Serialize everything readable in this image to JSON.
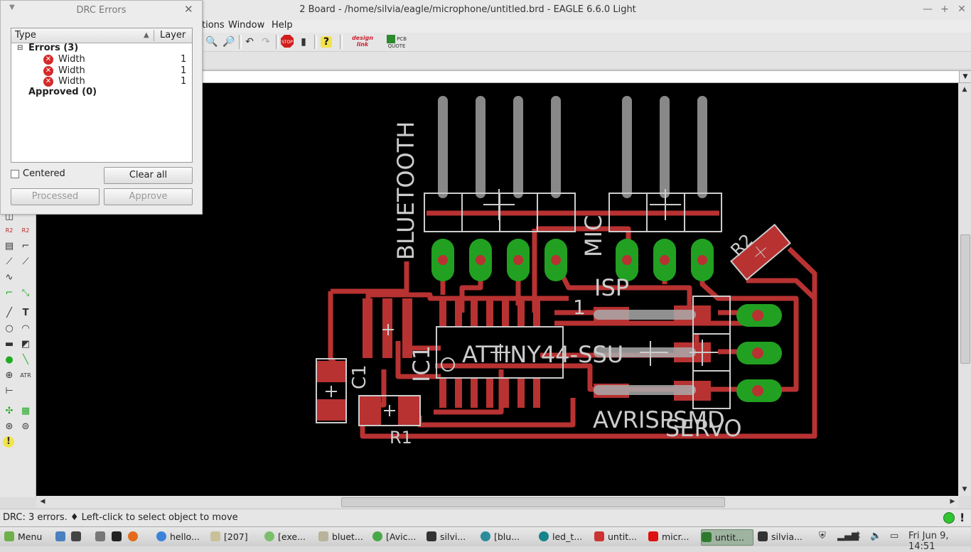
{
  "window": {
    "title": "2 Board - /home/silvia/eagle/microphone/untitled.brd - EAGLE 6.6.0 Light",
    "minimize": "—",
    "maximize": "+",
    "close": "✕"
  },
  "menu": {
    "options_partial": "tions",
    "window": "Window",
    "help": "Help"
  },
  "toolbar": {
    "stop_label": "STOP",
    "designlink": "design link",
    "pcbquote": "PCB QUOTE"
  },
  "drc": {
    "title": "DRC Errors",
    "col_type": "Type",
    "col_layer": "Layer",
    "errors_label": "Errors (3)",
    "errors": [
      {
        "type": "Width",
        "layer": "1"
      },
      {
        "type": "Width",
        "layer": "1"
      },
      {
        "type": "Width",
        "layer": "1"
      }
    ],
    "approved_label": "Approved (0)",
    "centered_label": "Centered",
    "clear_all": "Clear all",
    "processed": "Processed",
    "approve": "Approve"
  },
  "board": {
    "labels": {
      "bluetooth": "BLUETOOTH",
      "mic": "MIC",
      "isp": "ISP",
      "pin1": "1",
      "attiny": "ATTINY44-SSU",
      "ic1": "IC1",
      "c1": "C1",
      "r1": "R1",
      "r2": "R2",
      "avrisp": "AVRISPSMD",
      "servo": "SERVO"
    },
    "colors": {
      "copper": "#b83232",
      "silk": "#cccccc",
      "pad": "#22a022",
      "background": "#000000"
    }
  },
  "status": {
    "text": "DRC: 3 errors.  ♦ Left-click to select object to move"
  },
  "taskbar": {
    "menu": "Menu",
    "tasks": [
      "hello...",
      "[207]",
      "[exe...",
      "bluet...",
      "[Avic...",
      "silvi...",
      "[blu...",
      "led_t...",
      "untit...",
      "micr...",
      "untit...",
      "silvia..."
    ],
    "clock": "Fri Jun  9, 14:51"
  }
}
